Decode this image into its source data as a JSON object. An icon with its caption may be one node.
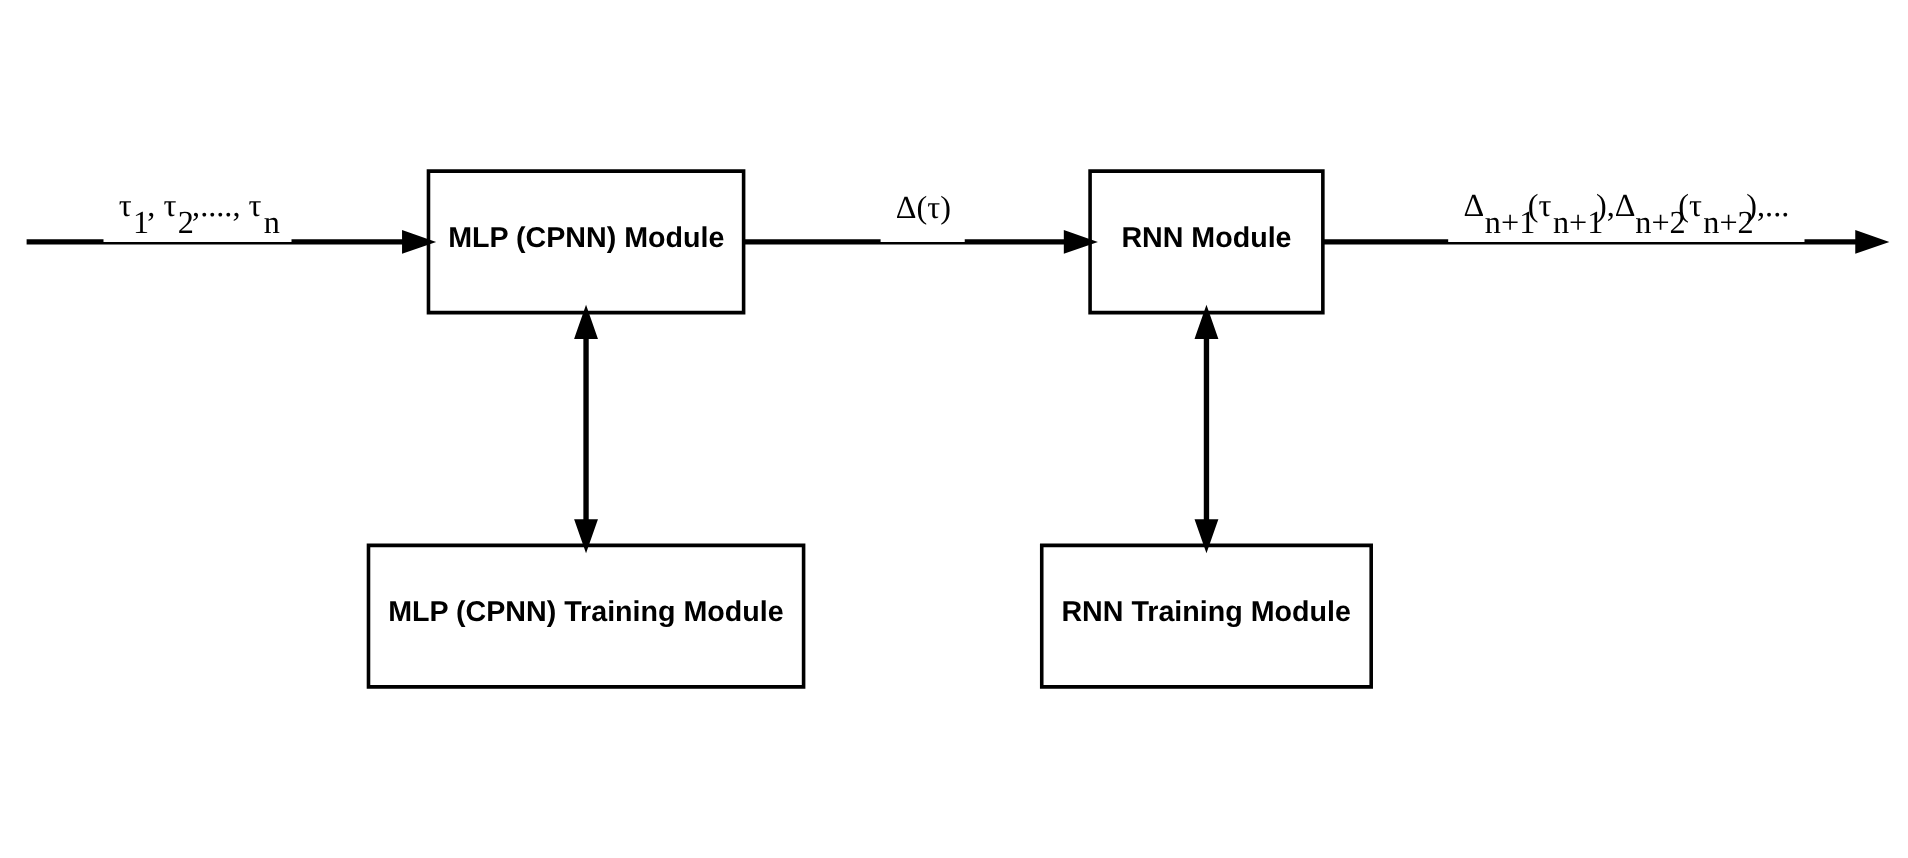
{
  "diagram": {
    "nodes": [
      {
        "text": [
          "MLP (CPNN) Module"
        ]
      },
      {
        "text": [
          "RNN Module"
        ]
      },
      {
        "text": [
          "MLP (CPNN) Training Module"
        ]
      },
      {
        "text": [
          "RNN Training Module"
        ]
      }
    ],
    "edges": [
      {
        "from": null,
        "to": 0,
        "arrow": "to",
        "label": "τ$_{1}$, τ$_{2}$,...., τ$_{n}$"
      },
      {
        "from": 0,
        "to": 1,
        "arrow": "to",
        "label": "Δ(τ)"
      },
      {
        "from": 1,
        "to": null,
        "arrow": "to",
        "label": "Δ$_{n+1}$(τ$_{n+1}$),Δ$_{n+2}$(τ$_{n+2}$),..."
      },
      {
        "from": 0,
        "to": 2,
        "arrow": "both"
      },
      {
        "from": 1,
        "to": 3,
        "arrow": "both"
      }
    ]
  }
}
